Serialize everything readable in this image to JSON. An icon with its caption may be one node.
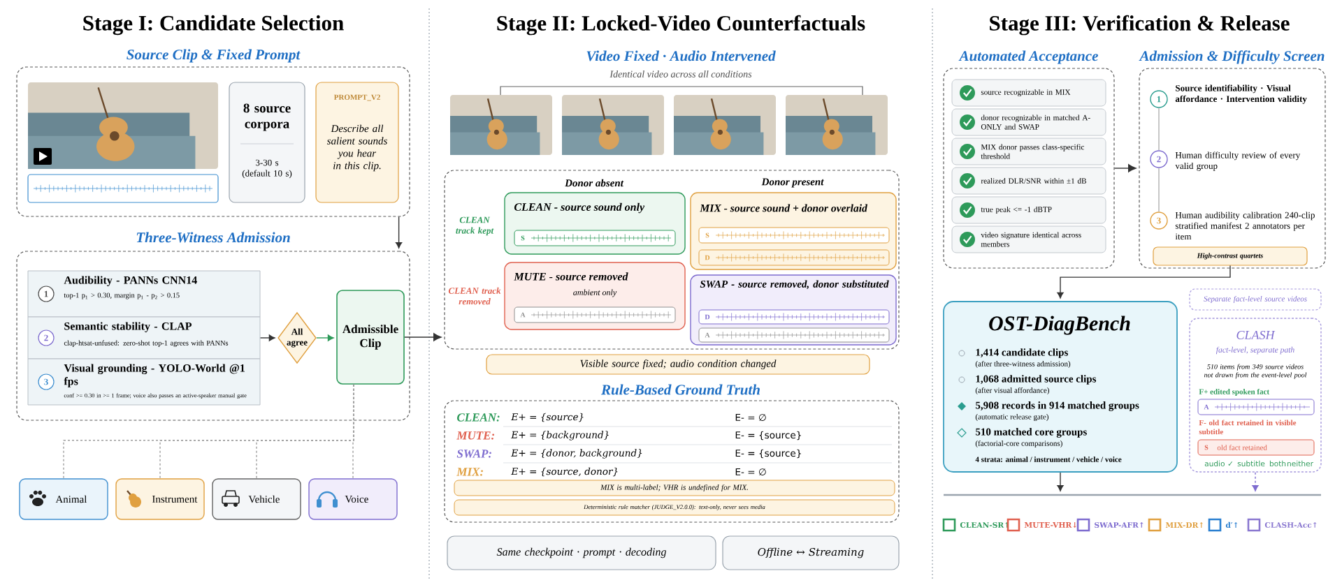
{
  "diagram": {
    "nodes": [
      {
        "text": [
          "Source Clip & Fixed Prompt"
        ]
      },
      {
        "text": [],
        "shape": "picture",
        "in": 0
      },
      {
        "text": [
          "8 source corpora",
          "3-30 s (default 10 s)"
        ],
        "in": 0
      },
      {
        "text": [
          "PROMPT_V2",
          "Describe all salient sounds you hear in this clip."
        ],
        "in": 0
      },
      {
        "text": [
          "Three-Witness Admission"
        ]
      },
      {
        "text": [
          "1",
          "Audibility - PANNs CNN14",
          "top-1 p$_{1}$ > 0.30, margin p$_{1}$ - p$_{2}$ > 0.15"
        ],
        "in": 4
      },
      {
        "text": [
          "2",
          "Semantic stability - CLAP",
          "clap-htsat-unfused: zero-shot top-1 agrees with PANNs"
        ],
        "in": 4
      },
      {
        "text": [
          "3",
          "Visual grounding - YOLO-World @1 fps",
          "conf >= 0.30 in >= 1 frame; voice also passes an active-speaker manual gate"
        ],
        "in": 4
      },
      {
        "text": [
          "All agree"
        ],
        "in": 4
      },
      {
        "text": [
          "Admissible Clip"
        ],
        "in": 4
      },
      {
        "text": [
          "Animal"
        ]
      },
      {
        "text": [
          "Instrument"
        ]
      },
      {
        "text": [
          "Vehicle"
        ]
      },
      {
        "text": [
          "Voice"
        ]
      },
      {
        "text": [
          "Donor absent",
          "Donor present",
          "CLEAN track kept",
          "CLEAN track removed"
        ]
      },
      {
        "text": [
          "CLEAN - source sound only"
        ],
        "in": 14
      },
      {
        "text": [
          "S"
        ],
        "in": 15
      },
      {
        "text": [
          "MIX - source sound + donor overlaid"
        ],
        "in": 14
      },
      {
        "text": [
          "S"
        ],
        "in": 17
      },
      {
        "text": [
          "D"
        ],
        "in": 17
      },
      {
        "text": [
          "MUTE - source removed",
          "ambient only"
        ],
        "in": 14
      },
      {
        "text": [
          "A"
        ],
        "in": 20
      },
      {
        "text": [
          "SWAP - source removed, donor substituted"
        ],
        "in": 14
      },
      {
        "text": [
          "D"
        ],
        "in": 22
      },
      {
        "text": [
          "A"
        ],
        "in": 22
      },
      {
        "text": [
          "Visible source fixed; audio condition changed"
        ]
      },
      {
        "text": [
          "Rule-Based Ground Truth",
          "CLEAN:",
          "E+ = {source}",
          "E- = ∅",
          "MUTE:",
          "E+ = {background}",
          "E- = {source}",
          "SWAP:",
          "E+ = {donor, background}",
          "E- = {source}",
          "MIX:",
          "E+ = {source, donor}",
          "E- = ∅"
        ]
      },
      {
        "text": [
          "MIX is multi-label; VHR is undefined for MIX."
        ],
        "in": 26
      },
      {
        "text": [
          "Deterministic rule matcher (JUDGE_V2.0.0): text-only, never sees media"
        ],
        "in": 26
      },
      {
        "text": [
          "Same checkpoint · prompt · decoding"
        ]
      },
      {
        "text": [
          "Offline ↔ Streaming"
        ]
      },
      {
        "text": [
          "Automated Acceptance"
        ]
      },
      {
        "text": [
          "source recognizable in MIX"
        ],
        "in": 31
      },
      {
        "text": [
          "donor recognizable in matched A-ONLY and SWAP"
        ],
        "in": 31
      },
      {
        "text": [
          "MIX donor passes class-specific threshold"
        ],
        "in": 31
      },
      {
        "text": [
          "realized DLR/SNR within ±1 dB"
        ],
        "in": 31
      },
      {
        "text": [
          "true peak <= -1 dBTP"
        ],
        "in": 31
      },
      {
        "text": [
          "video signature identical across members"
        ],
        "in": 31
      },
      {
        "text": [
          "Admission & Difficulty Screen"
        ]
      },
      {
        "text": [
          "1"
        ],
        "beside": [
          "Source identifiability · Visual affordance · Intervention validity"
        ],
        "in": 38
      },
      {
        "text": [
          "2"
        ],
        "beside": [
          "Human difficulty review of every valid group"
        ],
        "in": 38
      },
      {
        "text": [
          "3"
        ],
        "beside": [
          "Human audibility calibration 240-clip stratified manifest 2 annotators per item"
        ],
        "in": 38
      },
      {
        "text": [
          "High-contrast quartets"
        ],
        "in": 38
      },
      {
        "text": [
          "OST-DiagBench",
          "1,414 candidate clips",
          "(after three-witness admission)",
          "1,068 admitted source clips",
          "(after visual affordance)",
          "5,908 records in 914 matched groups",
          "(automatic release gate)",
          "510 matched core groups",
          "(factorial-core comparisons)",
          "4 strata: animal / instrument / vehicle / voice"
        ]
      },
      {
        "text": [
          "Separate fact-level source videos"
        ]
      },
      {
        "text": [
          "CLASH",
          "fact-level, separate path",
          "510 items from 349 source videos not drawn from the event-level pool",
          "F+ edited spoken fact",
          "F- old fact retained in visible subtitle",
          "audio ✓",
          "subtitle",
          "both",
          "neither"
        ]
      },
      {
        "text": [
          "A"
        ],
        "in": 45
      },
      {
        "text": [
          "S",
          "old fact retained"
        ],
        "in": 45
      },
      {
        "text": [],
        "shape": "bar"
      }
    ],
    "edges": [
      {
        "from": 0,
        "to": 4,
        "arrow": "to"
      },
      {
        "from": 6,
        "to": 8,
        "arrow": "to"
      },
      {
        "from": 8,
        "to": 9,
        "arrow": "to",
        "color": "#2e9a5a"
      },
      {
        "from": 9,
        "to": 14,
        "arrow": "to"
      },
      {
        "from": 9,
        "to": 10,
        "arrow": "none",
        "style": "dashed",
        "color": "#9e9e9e"
      },
      {
        "from": 9,
        "to": 11,
        "arrow": "none",
        "style": "dashed",
        "color": "#9e9e9e"
      },
      {
        "from": 9,
        "to": 12,
        "arrow": "none",
        "style": "dashed",
        "color": "#9e9e9e"
      },
      {
        "from": 9,
        "to": 13,
        "arrow": "none",
        "style": "dashed",
        "color": "#9e9e9e"
      },
      {
        "from": 31,
        "to": 38,
        "arrow": "to"
      },
      {
        "from": 39,
        "to": 40,
        "arrow": "none",
        "color": "#b0b0b0"
      },
      {
        "from": 40,
        "to": 41,
        "arrow": "none",
        "color": "#b0b0b0"
      },
      {
        "from": 42,
        "to": 43,
        "arrow": "to"
      },
      {
        "from": 43,
        "to": 48,
        "arrow": "to"
      },
      {
        "from": 45,
        "to": 48,
        "arrow": "to",
        "style": "dashed",
        "color": "#7e6ccf"
      }
    ],
    "labels": [
      "Stage I: Candidate Selection",
      "Stage II: Locked-Video Counterfactuals",
      "Video Fixed · Audio Intervened",
      "Identical video across all conditions",
      "Stage III: Verification & Release"
    ],
    "legend": [
      {
        "text": "CLEAN-SR↑",
        "color": "#2e9a5a"
      },
      {
        "text": "MUTE-VHR↓",
        "color": "#e0604f"
      },
      {
        "text": "SWAP-AFR↑",
        "color": "#7e6ccf"
      },
      {
        "text": "MIX-DR↑",
        "color": "#e0a040"
      },
      {
        "text": "d′↑",
        "color": "#2a7fd0"
      },
      {
        "text": "CLASH-Acc↑",
        "color": "#8a78d0"
      }
    ]
  }
}
